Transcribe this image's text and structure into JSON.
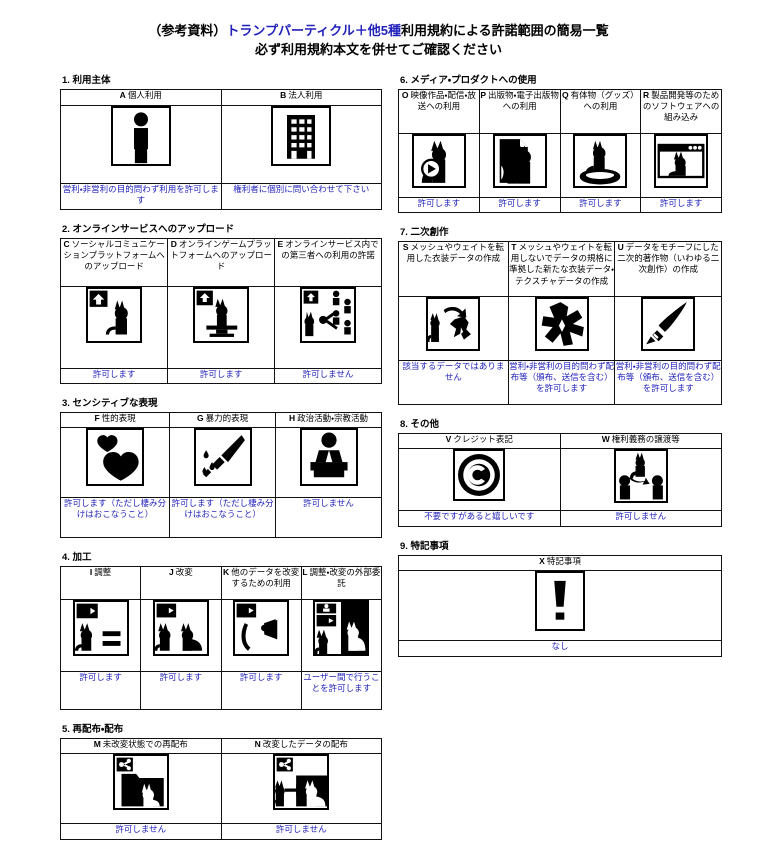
{
  "title": {
    "line1_prefix": "（参考資料）",
    "line1_blue": "トランプパーティクル＋他5種",
    "line1_suffix": "利用規約による許諾範囲の簡易一覧",
    "line2": "必ず利用規約本文を併せてご確認ください"
  },
  "colors": {
    "blue_text": "#2222bb",
    "border": "#111111",
    "icon": "#000000",
    "background": "#ffffff"
  },
  "sections": [
    {
      "number": "1.",
      "heading": "利用主体",
      "columns": [
        {
          "letter": "A",
          "label": "個人利用",
          "icon": "person-icon",
          "note": "営利・非営利の目的問わず利用を許可します"
        },
        {
          "letter": "B",
          "label": "法人利用",
          "icon": "building-icon",
          "note": "権利者に個別に問い合わせて下さい"
        }
      ]
    },
    {
      "number": "2.",
      "heading": "オンラインサービスへのアップロード",
      "columns": [
        {
          "letter": "C",
          "label": "ソーシャルコミュニケーションプラットフォームへのアップロード",
          "icon": "upload-cat-icon",
          "note": "許可します"
        },
        {
          "letter": "D",
          "label": "オンラインゲームプラットフォームへのアップロード",
          "icon": "upload-cat-monitor-icon",
          "note": "許可します"
        },
        {
          "letter": "E",
          "label": "オンラインサービス内での第三者への利用の許諾",
          "icon": "upload-cat-share-icon",
          "note": "許可しません"
        }
      ]
    },
    {
      "number": "3.",
      "heading": "センシティブな表現",
      "columns": [
        {
          "letter": "F",
          "label": "性的表現",
          "icon": "hearts-icon",
          "note": "許可します（ただし棲み分けはおこなうこと）"
        },
        {
          "letter": "G",
          "label": "暴力的表現",
          "icon": "knife-icon",
          "note": "許可します（ただし棲み分けはおこなうこと）"
        },
        {
          "letter": "H",
          "label": "政治活動・宗教活動",
          "icon": "podium-speaker-icon",
          "note": "許可しません"
        }
      ]
    },
    {
      "number": "4.",
      "heading": "加工",
      "columns": [
        {
          "letter": "I",
          "label": "調整",
          "icon": "arrow-cat-equals-icon",
          "note": "許可します"
        },
        {
          "letter": "J",
          "label": "改変",
          "icon": "arrow-cat-modified-icon",
          "note": "許可します"
        },
        {
          "letter": "K",
          "label": "他のデータを改変するための利用",
          "icon": "arrow-cat-ribbon-icon",
          "note": "許可します"
        },
        {
          "letter": "L",
          "label": "調整・改変の外部委託",
          "icon": "outsourcing-cat-icon",
          "note": "ユーザー間で行うことを許可します"
        }
      ]
    },
    {
      "number": "5.",
      "heading": "再配布・配布",
      "columns": [
        {
          "letter": "M",
          "label": "未改変状態での再配布",
          "icon": "share-cat-folder-icon",
          "note": "許可しません"
        },
        {
          "letter": "N",
          "label": "改変したデータの配布",
          "icon": "share-cat-modified-icon",
          "note": "許可しません"
        }
      ]
    },
    {
      "number": "6.",
      "heading": "メディア・プロダクトへの使用",
      "columns": [
        {
          "letter": "O",
          "label": "映像作品・配信・放送への利用",
          "icon": "cat-play-button-icon",
          "note": "許可します"
        },
        {
          "letter": "P",
          "label": "出版物・電子出版物への利用",
          "icon": "cat-document-icon",
          "note": "許可します"
        },
        {
          "letter": "Q",
          "label": "有体物（グッズ）への利用",
          "icon": "cat-goods-icon",
          "note": "許可します"
        },
        {
          "letter": "R",
          "label": "製品開発等のためのソフトウェアへの組み込み",
          "icon": "cat-software-window-icon",
          "note": "許可します"
        }
      ]
    },
    {
      "number": "7.",
      "heading": "二次創作",
      "columns": [
        {
          "letter": "S",
          "label": "メッシュやウェイトを転用した衣装データの作成",
          "icon": "cat-arrow-mesh-icon",
          "note": "該当するデータではありません"
        },
        {
          "letter": "T",
          "label": "メッシュやウェイトを転用しないでデータの規格に準拠した新たな衣装データ・テクスチャデータの作成",
          "icon": "mesh-burst-icon",
          "note": "営利・非営利の目的問わず配布等（頒布、送信を含む）を許可します"
        },
        {
          "letter": "U",
          "label": "データをモチーフにした二次的著作物（いわゆる二次創作）の作成",
          "icon": "paintbrush-icon",
          "note": "営利・非営利の目的問わず配布等（頒布、送信を含む）を許可します"
        }
      ]
    },
    {
      "number": "8.",
      "heading": "その他",
      "columns": [
        {
          "letter": "V",
          "label": "クレジット表記",
          "icon": "copyright-icon",
          "note": "不要ですがあると嬉しいです"
        },
        {
          "letter": "W",
          "label": "権利義務の譲渡等",
          "icon": "transfer-cat-people-icon",
          "note": "許可しません"
        }
      ]
    },
    {
      "number": "9.",
      "heading": "特記事項",
      "columns": [
        {
          "letter": "X",
          "label": "特記事項",
          "icon": "exclamation-icon",
          "note": "なし"
        }
      ]
    }
  ]
}
